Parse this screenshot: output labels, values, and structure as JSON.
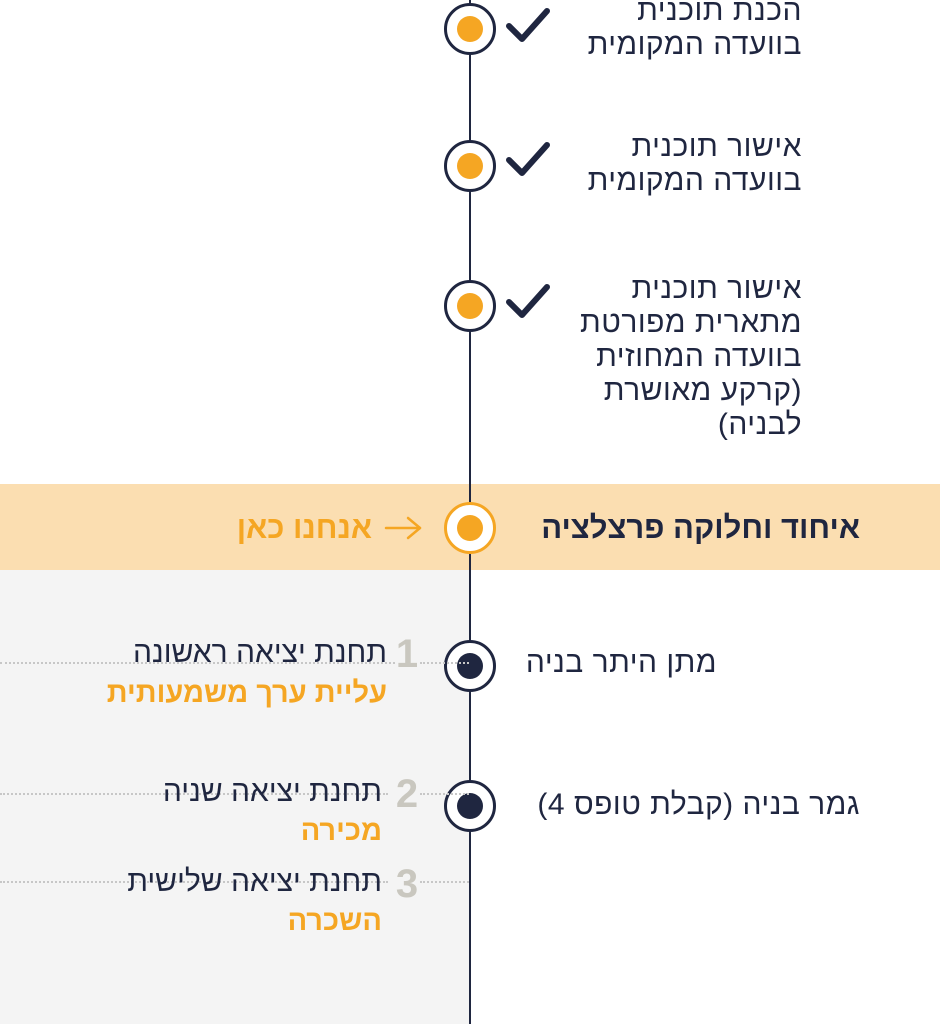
{
  "timeline": {
    "completed_steps": [
      {
        "lines": [
          "הכנת תוכנית",
          "בוועדה המקומית"
        ]
      },
      {
        "lines": [
          "אישור תוכנית",
          "בוועדה המקומית"
        ]
      },
      {
        "lines": [
          "אישור תוכנית",
          "מתארית מפורטת",
          "בוועדה המחוזית",
          "(קרקע מאושרת",
          "לבניה)"
        ]
      }
    ],
    "current_step": {
      "label": "איחוד וחלוקה פרצלציה",
      "here_label": "אנחנו כאן"
    },
    "future_steps": [
      {
        "label": "מתן היתר בניה"
      },
      {
        "label": "גמר בניה (קבלת טופס 4)"
      }
    ]
  },
  "exit_stations": [
    {
      "number": "1",
      "title": "תחנת יציאה ראשונה",
      "subtitle": "עליית ערך משמעותית"
    },
    {
      "number": "2",
      "title": "תחנת יציאה שניה",
      "subtitle": "מכירה"
    },
    {
      "number": "3",
      "title": "תחנת יציאה שלישית",
      "subtitle": "השכרה"
    }
  ],
  "colors": {
    "navy": "#1f2640",
    "orange": "#f5a623",
    "highlight_band": "#fbdeb1",
    "panel_gray": "#f4f4f4",
    "number_gray": "#c9c7bf"
  },
  "icons": {
    "completed": "check-icon",
    "current": "arrow-left-icon"
  }
}
